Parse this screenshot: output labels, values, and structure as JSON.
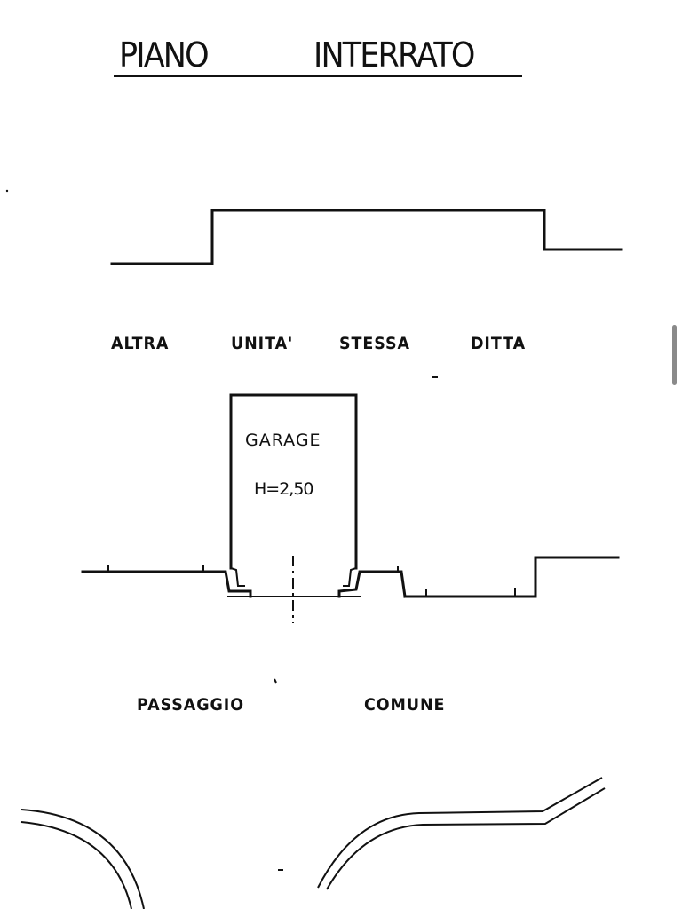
{
  "title": {
    "word1": "PIANO",
    "word2": "INTERRATO"
  },
  "zones": {
    "altra": "ALTRA",
    "unita": "UNITA'",
    "stessa": "STESSA",
    "ditta": "DITTA",
    "passaggio": "PASSAGGIO",
    "comune": "COMUNE"
  },
  "garage": {
    "name": "GARAGE",
    "height": "H=2,50"
  },
  "colors": {
    "ink": "#111111",
    "paper": "#ffffff",
    "scrollbar": "#8a8a8a"
  }
}
